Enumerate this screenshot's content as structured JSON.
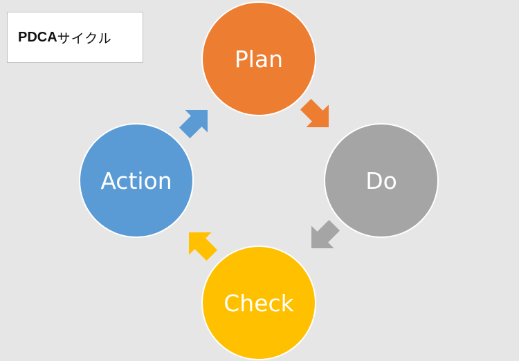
{
  "title": {
    "bold_part": "PDCA",
    "suffix": "サイクル"
  },
  "cycle": {
    "plan": {
      "label": "Plan",
      "color": "#ed7d31"
    },
    "do": {
      "label": "Do",
      "color": "#a5a5a5"
    },
    "check": {
      "label": "Check",
      "color": "#ffc000"
    },
    "action": {
      "label": "Action",
      "color": "#5b9bd5"
    }
  },
  "arrows": [
    {
      "from": "plan",
      "to": "do",
      "color": "#ed7d31",
      "icon": "arrow-down-right-icon"
    },
    {
      "from": "do",
      "to": "check",
      "color": "#a5a5a5",
      "icon": "arrow-down-left-icon"
    },
    {
      "from": "check",
      "to": "action",
      "color": "#ffc000",
      "icon": "arrow-up-left-icon"
    },
    {
      "from": "action",
      "to": "plan",
      "color": "#5b9bd5",
      "icon": "arrow-up-right-icon"
    }
  ]
}
